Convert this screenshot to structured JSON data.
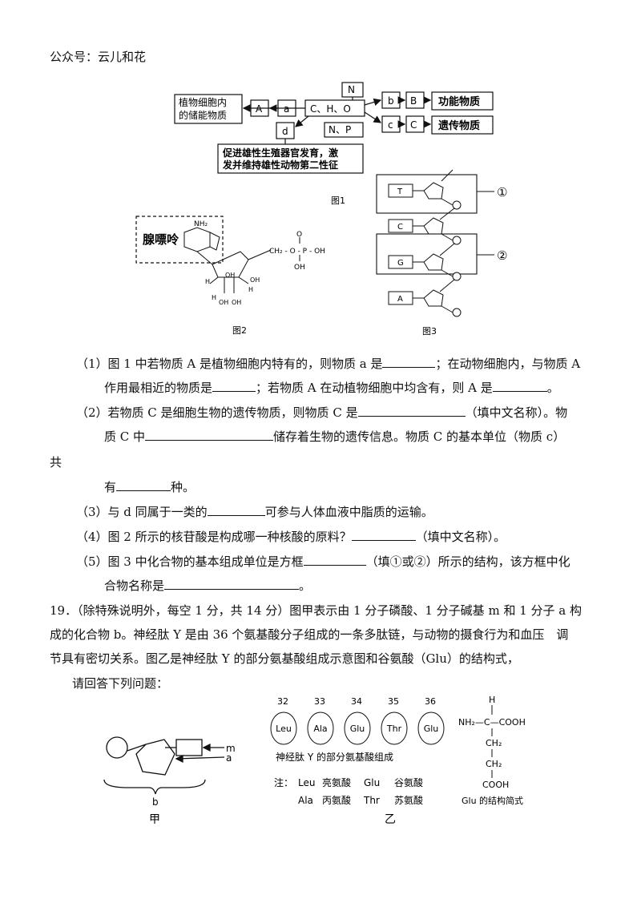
{
  "header": "公众号：云儿和花",
  "fig1": {
    "plant_storage": [
      "植物细胞内",
      "的储能物质"
    ],
    "A": "A",
    "a": "a",
    "CHO": "C、H、O",
    "N": "N",
    "NP": "N、P",
    "b": "b",
    "B": "B",
    "c": "c",
    "C": "C",
    "d": "d",
    "functional": "功能物质",
    "genetic": "遗传物质",
    "d_desc": [
      "促进雄性生殖器官发育，激",
      "发并维持雄性动物第二性征"
    ],
    "caption": "图1"
  },
  "fig2": {
    "adenine": "腺嘌呤",
    "nh2": "NH₂",
    "phosphate_chain": "CH₂ - O - P - OH",
    "p_top": "O",
    "p_bottom": "OH",
    "oh": "OH",
    "h": "H",
    "caption": "图2"
  },
  "fig3": {
    "bases": [
      "T",
      "C",
      "G",
      "A"
    ],
    "mark1": "①",
    "mark2": "②",
    "caption": "图3"
  },
  "questions": {
    "q1_l1": [
      "（1）图 1 中若物质 A 是植物细胞内特有的，则物质 a 是",
      "；在动物细胞内，与物质 A"
    ],
    "q1_l2": [
      "作用最相近的物质是",
      "；若物质 A 在动植物细胞中均含有，则 A 是",
      "。"
    ],
    "q2_l1": [
      "（2）若物质 C 是细胞生物的遗传物质，则物质 C 是",
      "（填中文名称）。物"
    ],
    "q2_l2": [
      "质 C 中",
      "储存着生物的遗传信息。物质 C 的基本单位（物质 c）"
    ],
    "q2_l3": "共",
    "q2_l4": [
      "有",
      "种。"
    ],
    "q3": [
      "（3）与 d 同属于一类的",
      "可参与人体血液中脂质的运输。"
    ],
    "q4": [
      "（4）图 2 所示的核苷酸是构成哪一种核酸的原料？",
      "（填中文名称）。"
    ],
    "q5_l1": [
      "（5）图 3 中化合物的基本组成单位是方框",
      "（填①或②）所示的结构，该方框中化"
    ],
    "q5_l2": [
      "合物名称是",
      "。"
    ]
  },
  "q19": {
    "l1": "19．（除特殊说明外，每空 1 分，共 14 分）图甲表示由 1 分子磷酸、1 分子碱基 m 和 1 分子 a 构",
    "l2": "成的化合物 b。神经肽 Y 是由 36 个氨基酸分子组成的一条多肽链，与动物的摄食行为和血压　调",
    "l3": "节具有密切关系。图乙是神经肽 Y 的部分氨基酸组成示意图和谷氨酸（Glu）的结构式，",
    "l4": "请回答下列问题："
  },
  "fig_jia": {
    "m": "m",
    "a": "a",
    "b": "b",
    "caption": "甲"
  },
  "fig_yi": {
    "numbers": [
      "32",
      "33",
      "34",
      "35",
      "36"
    ],
    "aminos": [
      "Leu",
      "Ala",
      "Glu",
      "Thr",
      "Glu"
    ],
    "title": "神经肽 Y 的部分氨基酸组成",
    "note_prefix": "注：",
    "note_row1": [
      "Leu",
      "亮氨酸",
      "Glu",
      "谷氨酸"
    ],
    "note_row2": [
      "Ala",
      "丙氨酸",
      "Thr",
      "苏氨酸"
    ],
    "glu": {
      "H": "H",
      "NH2": "NH₂—C—COOH",
      "CH2a": "CH₂",
      "CH2b": "CH₂",
      "COOH": "COOH"
    },
    "glu_caption": "Glu 的结构简式",
    "caption": "乙"
  }
}
